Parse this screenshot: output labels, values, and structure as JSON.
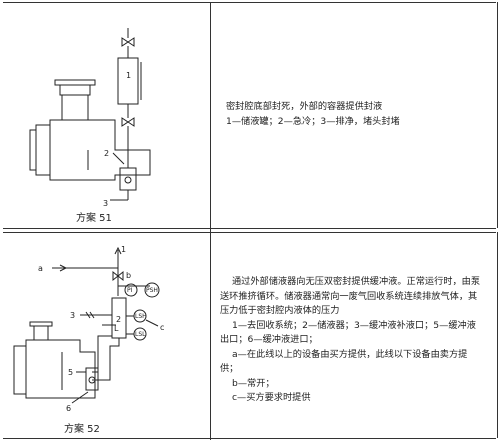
{
  "scheme51": {
    "caption": "方案 51",
    "labels": {
      "item1": "1",
      "item2": "2",
      "item3": "3"
    },
    "description": [
      "密封腔底部封死，外部的容器提供封液",
      "1—储液罐；2—急冷；3—排净，堵头封堵"
    ]
  },
  "scheme52": {
    "caption": "方案 52",
    "labels": {
      "a": "a",
      "b": "b",
      "c": "c",
      "item1": "1",
      "item2": "2",
      "item3": "3",
      "item5": "5",
      "item6": "6",
      "PI": "PI",
      "PSH": "PSH",
      "LSH": "LSH",
      "LSL": "LSL",
      "L": "L"
    },
    "description": [
      "通过外部储液器向无压双密封提供缓冲液。正常运行时，由泵送环推挤循环。储液器通常向一废气回收系统连续排放气体，其压力低于密封腔内液体的压力",
      "1—去回收系统；2—储液器；3—缓冲液补液口；5—缓冲液出口；6—缓冲液进口；",
      "a—在此线以上的设备由买方提供，此线以下设备由卖方提供；",
      "b—常开；",
      "c—买方要求时提供"
    ]
  }
}
